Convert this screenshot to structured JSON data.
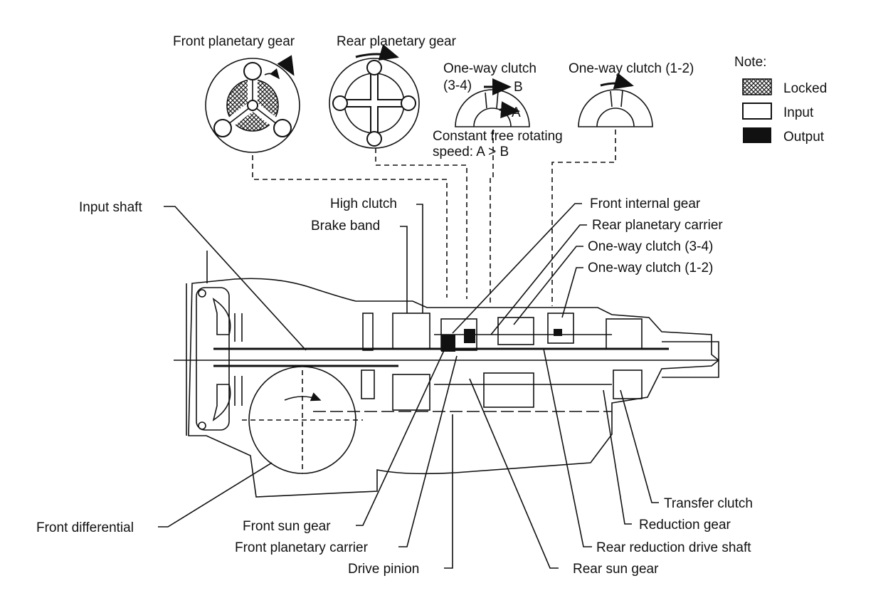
{
  "top_labels": {
    "front_planetary_gear": "Front planetary gear",
    "rear_planetary_gear": "Rear planetary gear",
    "one_way_clutch_34_line1": "One-way clutch",
    "one_way_clutch_34_line2": "(3-4)",
    "one_way_clutch_12": "One-way clutch (1-2)",
    "arrow_b": "B",
    "arrow_a": "A",
    "constant_line1": "Constant free rotating",
    "constant_line2": "speed:  A > B"
  },
  "legend": {
    "title": "Note:",
    "items": [
      {
        "key": "locked",
        "label": "Locked"
      },
      {
        "key": "input",
        "label": "Input"
      },
      {
        "key": "output",
        "label": "Output"
      }
    ]
  },
  "callouts": {
    "input_shaft": "Input shaft",
    "high_clutch": "High clutch",
    "brake_band": "Brake band",
    "front_internal_gear": "Front internal gear",
    "rear_planetary_carrier": "Rear planetary carrier",
    "one_way_clutch_34": "One-way clutch (3-4)",
    "one_way_clutch_12": "One-way clutch (1-2)",
    "front_differential": "Front differential",
    "front_sun_gear": "Front sun gear",
    "front_planetary_carrier": "Front planetary carrier",
    "drive_pinion": "Drive pinion",
    "rear_sun_gear": "Rear sun gear",
    "rear_reduction_drive_shaft": "Rear reduction drive shaft",
    "reduction_gear": "Reduction gear",
    "transfer_clutch": "Transfer clutch"
  }
}
